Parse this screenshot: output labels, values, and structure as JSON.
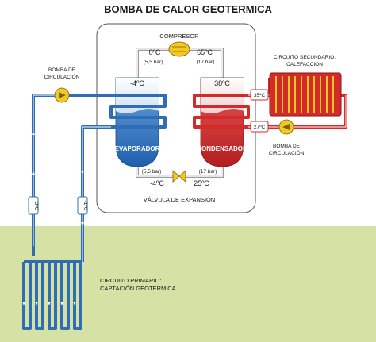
{
  "title": "BOMBA DE CALOR GEOTERMICA",
  "compressor": {
    "label": "COMPRESOR",
    "temp_in": "0ºC",
    "temp_out": "65ºC",
    "pressure_in": "(5,5 bar)",
    "pressure_out": "(17 bar)"
  },
  "evaporator": {
    "label": "EVAPORADOR",
    "temp_top": "-4ºC",
    "temp_bottom": "-4ºC",
    "pressure_bottom": "(5,5 bar)"
  },
  "condenser": {
    "label": "CONDENSADOR",
    "temp_top": "38ºC",
    "temp_bottom": "25ºC",
    "pressure_bottom": "(17 bar)"
  },
  "valve": {
    "label": "VÁLVULA DE EXPANSIÓN"
  },
  "pump_left": {
    "label_line1": "BOMBA DE",
    "label_line2": "CIRCULACIÓN"
  },
  "pump_right": {
    "label_line1": "BOMBA DE",
    "label_line2": "CIRCULACIÓN"
  },
  "secondary": {
    "label_line1": "CIRCUITO SECUNDARIO:",
    "label_line2": "CALEFACCIÓN",
    "temp_supply": "35ºC",
    "temp_return": "27ºC"
  },
  "primary": {
    "label_line1": "CIRCUITO PRIMARIO:",
    "label_line2": "CAPTACIÓN GEOTÉRMICA",
    "temp_left": "-2ºC",
    "temp_right": "-1ºC"
  },
  "colors": {
    "ground": "#d6e1a6",
    "cold_pipe": "#2f6db5",
    "hot_pipe": "#d42a2a",
    "pump": "#f3c81f",
    "box_border": "#555555"
  }
}
